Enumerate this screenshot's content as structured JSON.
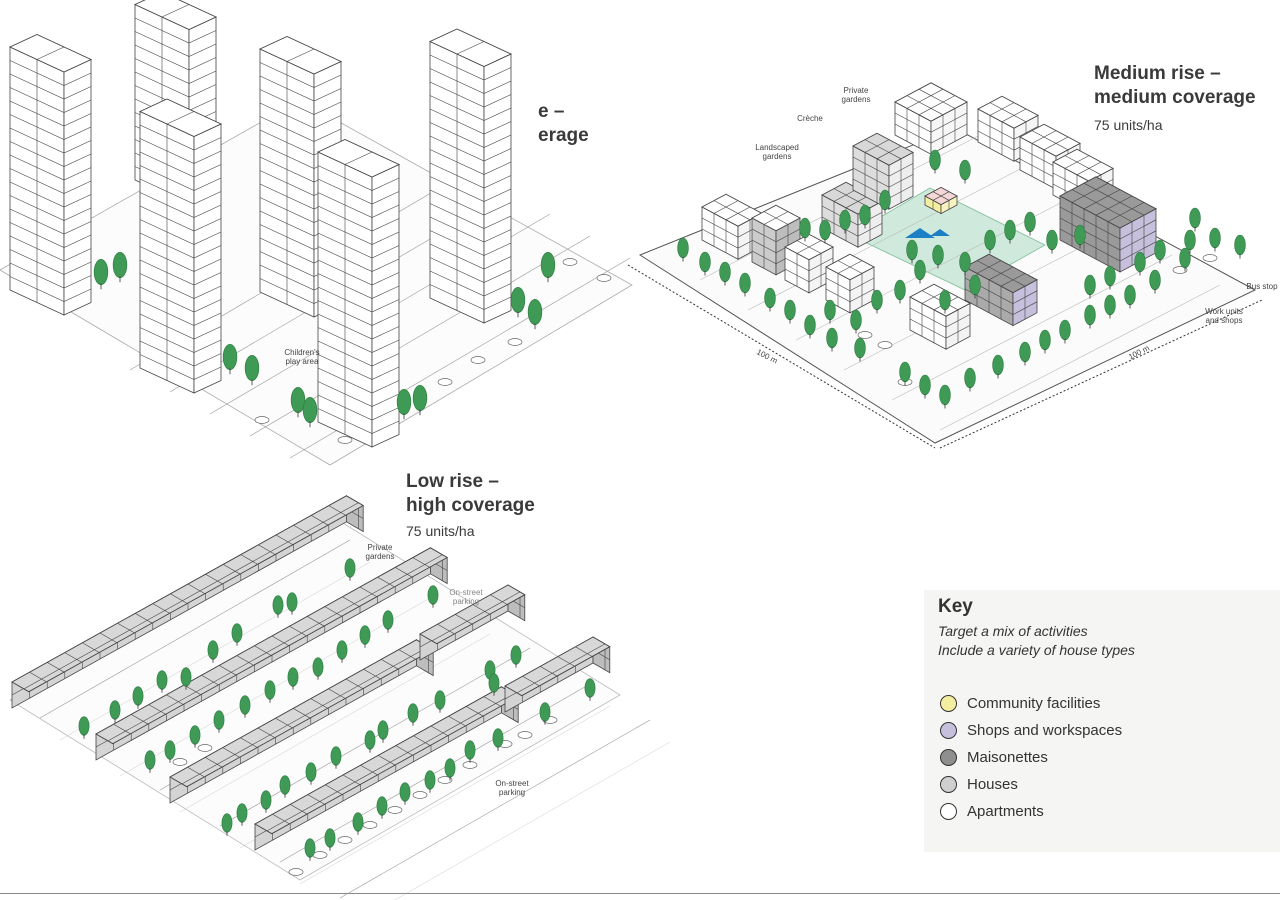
{
  "medium": {
    "title_line1": "Medium rise –",
    "title_line2": "medium coverage",
    "density": "75 units/ha",
    "labels": {
      "private_gardens": "Private gardens",
      "creche": "Crèche",
      "landscaped_gardens": "Landscaped gardens",
      "bus_stop": "Bus stop",
      "work_units": "Work units and shops",
      "dim_left": "100 m",
      "dim_right": "100 m"
    }
  },
  "high": {
    "title_frag1": "e –",
    "title_frag2": "erage",
    "childrens_play": "Children's play area"
  },
  "low": {
    "title_line1": "Low rise –",
    "title_line2": "high coverage",
    "density": "75 units/ha",
    "labels": {
      "private_gardens": "Private gardens",
      "on_street_parking_1": "On-street parking",
      "on_street_parking_2": "On-street parking"
    }
  },
  "key": {
    "title": "Key",
    "line1": "Target a mix of activities",
    "line2": "Include a variety of house types",
    "items": [
      {
        "label": "Community facilities",
        "color": "#f4efa0"
      },
      {
        "label": "Shops and workspaces",
        "color": "#c6c0dc"
      },
      {
        "label": "Maisonettes",
        "color": "#8f8f8f"
      },
      {
        "label": "Houses",
        "color": "#cfcfcf"
      },
      {
        "label": "Apartments",
        "color": "#ffffff"
      }
    ]
  },
  "colors": {
    "tree": "#3f9a55",
    "tree_dark": "#2c7a40",
    "apartment_top": "#ffffff",
    "house_top": "#d8d8d8",
    "maisonette_top": "#9a9a9a",
    "landscape": "#cfe9dc",
    "water": "#1d7fc4",
    "line": "#444444"
  }
}
